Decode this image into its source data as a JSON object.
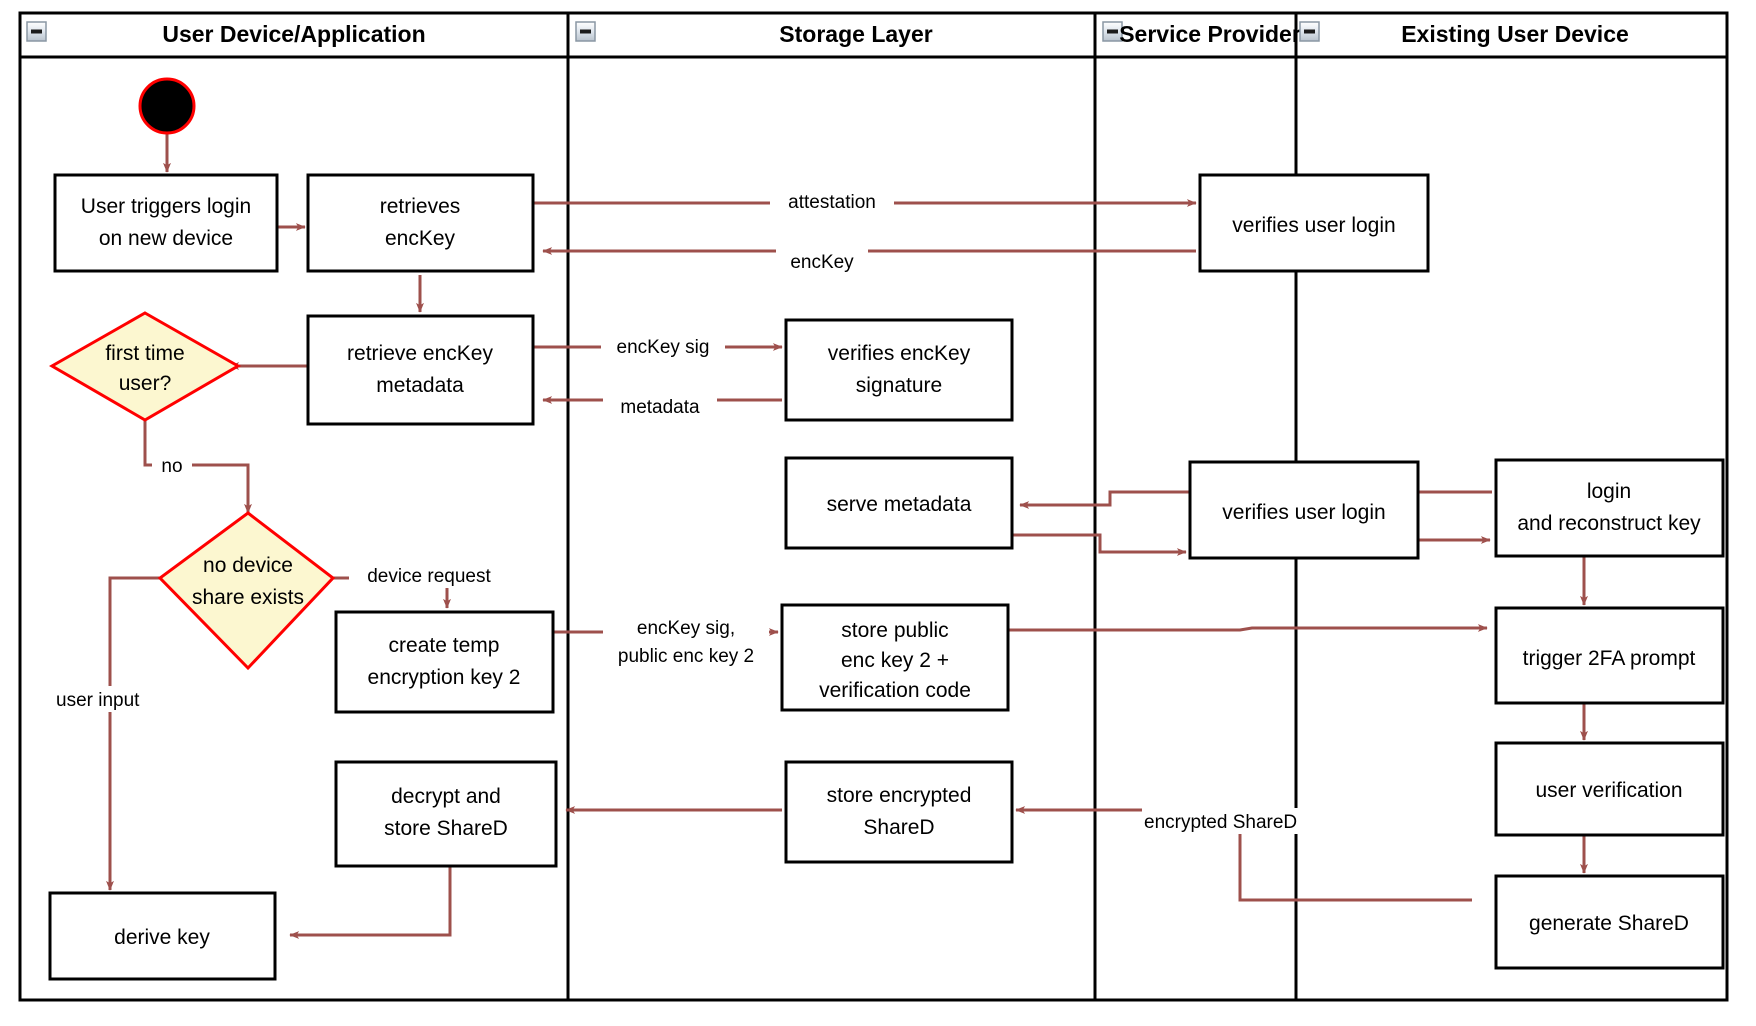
{
  "diagram": {
    "type": "uml-activity-swimlane",
    "title_present": false,
    "colors": {
      "connector": "#9E504C",
      "decision_fill": "#FCF7D0",
      "decision_border": "#FF0000",
      "node_border": "#000000",
      "node_fill": "#FFFFFF",
      "start_node_fill": "#000000",
      "start_node_border": "#FF0000",
      "frame": "#000000"
    },
    "lanes": [
      {
        "id": "lane-user-device",
        "label": "User Device/Application",
        "collapse_icon": "minus-icon"
      },
      {
        "id": "lane-storage",
        "label": "Storage Layer",
        "collapse_icon": "minus-icon"
      },
      {
        "id": "lane-service-provider",
        "label": "Service Provider",
        "collapse_icon": "minus-icon"
      },
      {
        "id": "lane-existing-device",
        "label": "Existing User Device",
        "collapse_icon": "minus-icon"
      }
    ],
    "nodes": [
      {
        "id": "start",
        "lane": "lane-user-device",
        "shape": "initial-node",
        "label": ""
      },
      {
        "id": "user-triggers-login",
        "lane": "lane-user-device",
        "shape": "action",
        "label": "User triggers login\non new device"
      },
      {
        "id": "retrieves-enckey",
        "lane": "lane-user-device",
        "shape": "action",
        "label": "retrieves\nencKey"
      },
      {
        "id": "retrieve-enckey-metadata",
        "lane": "lane-user-device",
        "shape": "action",
        "label": "retrieve encKey\nmetadata"
      },
      {
        "id": "first-time-user",
        "lane": "lane-user-device",
        "shape": "decision",
        "label": "first time\nuser?"
      },
      {
        "id": "no-device-share-exists",
        "lane": "lane-user-device",
        "shape": "decision",
        "label": "no device\nshare exists"
      },
      {
        "id": "create-temp-encryption-key-2",
        "lane": "lane-user-device",
        "shape": "action",
        "label": "create temp\nencryption key 2"
      },
      {
        "id": "decrypt-and-store-shared",
        "lane": "lane-user-device",
        "shape": "action",
        "label": "decrypt and\nstore ShareD"
      },
      {
        "id": "derive-key",
        "lane": "lane-user-device",
        "shape": "action",
        "label": "derive key"
      },
      {
        "id": "verifies-enckey-signature",
        "lane": "lane-storage",
        "shape": "action",
        "label": "verifies encKey\nsignature"
      },
      {
        "id": "serve-metadata",
        "lane": "lane-storage",
        "shape": "action",
        "label": "serve metadata"
      },
      {
        "id": "store-public-enc-key-2",
        "lane": "lane-storage",
        "shape": "action",
        "label": "store public\nenc key 2 +\nverification code"
      },
      {
        "id": "store-encrypted-shared",
        "lane": "lane-storage",
        "shape": "action",
        "label": "store encrypted\nShareD"
      },
      {
        "id": "verifies-user-login-1",
        "lane": "lane-service-provider",
        "shape": "action",
        "label": "verifies user login"
      },
      {
        "id": "verifies-user-login-2",
        "lane": "lane-service-provider",
        "shape": "action",
        "label": "verifies user login"
      },
      {
        "id": "login-and-reconstruct-key",
        "lane": "lane-existing-device",
        "shape": "action",
        "label": "login\nand reconstruct key"
      },
      {
        "id": "trigger-2fa-prompt",
        "lane": "lane-existing-device",
        "shape": "action",
        "label": "trigger 2FA prompt"
      },
      {
        "id": "user-verification",
        "lane": "lane-existing-device",
        "shape": "action",
        "label": "user verification"
      },
      {
        "id": "generate-shared",
        "lane": "lane-existing-device",
        "shape": "action",
        "label": "generate ShareD"
      }
    ],
    "edges": [
      {
        "from": "start",
        "to": "user-triggers-login",
        "label": ""
      },
      {
        "from": "user-triggers-login",
        "to": "retrieves-enckey",
        "label": ""
      },
      {
        "from": "retrieves-enckey",
        "to": "verifies-user-login-1",
        "label": "attestation"
      },
      {
        "from": "verifies-user-login-1",
        "to": "retrieves-enckey",
        "label": "encKey"
      },
      {
        "from": "retrieves-enckey",
        "to": "retrieve-enckey-metadata",
        "label": ""
      },
      {
        "from": "retrieve-enckey-metadata",
        "to": "first-time-user",
        "label": ""
      },
      {
        "from": "retrieve-enckey-metadata",
        "to": "verifies-enckey-signature",
        "label": "encKey sig"
      },
      {
        "from": "verifies-enckey-signature",
        "to": "retrieve-enckey-metadata",
        "label": "metadata"
      },
      {
        "from": "first-time-user",
        "to": "no-device-share-exists",
        "label": "no"
      },
      {
        "from": "no-device-share-exists",
        "to": "create-temp-encryption-key-2",
        "label": "device request"
      },
      {
        "from": "no-device-share-exists",
        "to": "derive-key",
        "label": "user input"
      },
      {
        "from": "create-temp-encryption-key-2",
        "to": "store-public-enc-key-2",
        "label": "encKey sig,\npublic enc key 2"
      },
      {
        "from": "verifies-user-login-2",
        "to": "serve-metadata",
        "label": ""
      },
      {
        "from": "serve-metadata",
        "to": "verifies-user-login-2",
        "label": ""
      },
      {
        "from": "login-and-reconstruct-key",
        "to": "verifies-user-login-2",
        "label": ""
      },
      {
        "from": "verifies-user-login-2",
        "to": "login-and-reconstruct-key",
        "label": ""
      },
      {
        "from": "login-and-reconstruct-key",
        "to": "trigger-2fa-prompt",
        "label": ""
      },
      {
        "from": "store-public-enc-key-2",
        "to": "trigger-2fa-prompt",
        "label": ""
      },
      {
        "from": "trigger-2fa-prompt",
        "to": "user-verification",
        "label": ""
      },
      {
        "from": "user-verification",
        "to": "generate-shared",
        "label": ""
      },
      {
        "from": "generate-shared",
        "to": "store-encrypted-shared",
        "label": "encrypted ShareD"
      },
      {
        "from": "store-encrypted-shared",
        "to": "decrypt-and-store-shared",
        "label": ""
      },
      {
        "from": "decrypt-and-store-shared",
        "to": "derive-key",
        "label": ""
      }
    ],
    "edge_labels": {
      "attestation": "attestation",
      "enckey": "encKey",
      "enckey_sig": "encKey sig",
      "metadata": "metadata",
      "no": "no",
      "device_request": "device request",
      "user_input": "user input",
      "enckey_sig_pub_1": "encKey sig,",
      "enckey_sig_pub_2": "public enc key 2",
      "encrypted_shared": "encrypted ShareD"
    },
    "node_labels": {
      "user_triggers_login_1": "User triggers login",
      "user_triggers_login_2": "on new device",
      "retrieves_1": "retrieves",
      "retrieves_2": "encKey",
      "retrieve_meta_1": "retrieve encKey",
      "retrieve_meta_2": "metadata",
      "first_time_1": "first time",
      "first_time_2": "user?",
      "no_device_1": "no device",
      "no_device_2": "share exists",
      "create_temp_1": "create temp",
      "create_temp_2": "encryption key 2",
      "decrypt_store_1": "decrypt and",
      "decrypt_store_2": "store ShareD",
      "derive_key": "derive key",
      "verifies_sig_1": "verifies encKey",
      "verifies_sig_2": "signature",
      "serve_metadata": "serve metadata",
      "store_pub_1": "store public",
      "store_pub_2": "enc key 2 +",
      "store_pub_3": "verification code",
      "store_enc_1": "store encrypted",
      "store_enc_2": "ShareD",
      "verifies_login_1": "verifies user login",
      "verifies_login_2": "verifies user login",
      "login_recon_1": "login",
      "login_recon_2": "and reconstruct key",
      "trigger_2fa": "trigger 2FA prompt",
      "user_verification": "user verification",
      "generate_shared": "generate ShareD"
    }
  }
}
